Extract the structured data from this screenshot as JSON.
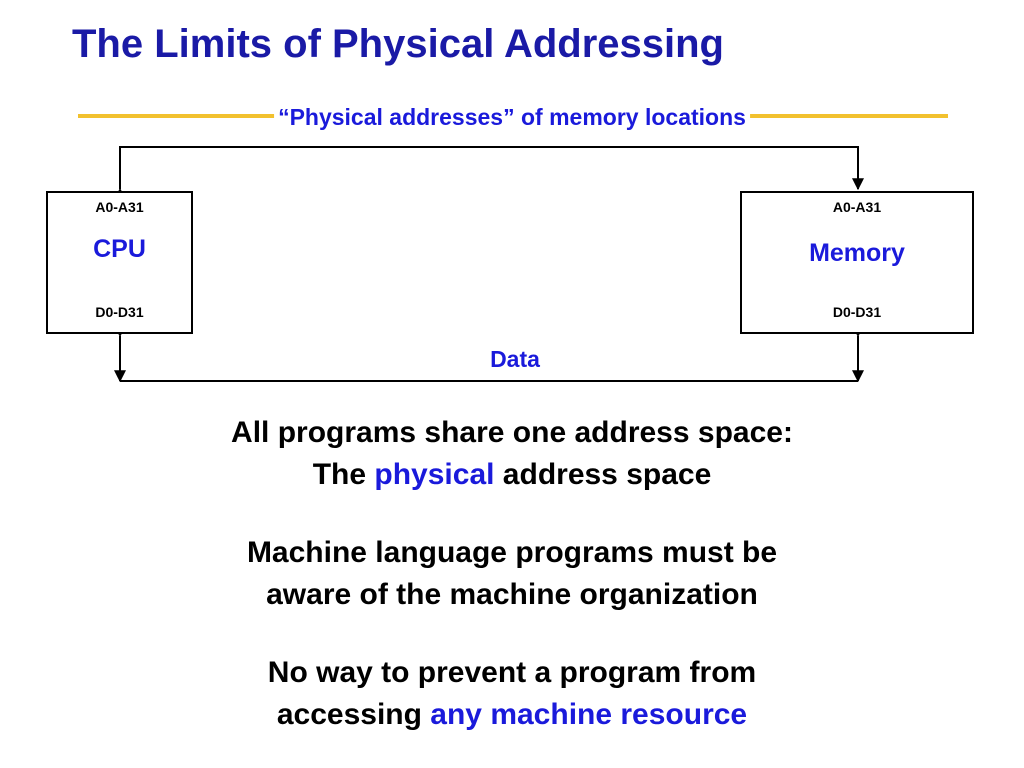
{
  "title": "The Limits of Physical Addressing",
  "diagram": {
    "address_bus_label": "“Physical addresses” of memory locations",
    "data_bus_label": "Data",
    "cpu": {
      "name": "CPU",
      "address_pins": "A0-A31",
      "data_pins": "D0-D31"
    },
    "memory": {
      "name": "Memory",
      "address_pins": "A0-A31",
      "data_pins": "D0-D31"
    }
  },
  "points": [
    {
      "line1": "All programs share one address space:",
      "line2_before": "The ",
      "line2_highlight": "physical",
      "line2_after": " address space"
    },
    {
      "line1": "Machine language programs must be",
      "line2": "aware of the machine organization"
    },
    {
      "line1": "No way to prevent a program from",
      "line2_before": "accessing ",
      "line2_highlight": "any machine resource"
    }
  ],
  "colors": {
    "accent_blue": "#1a1adb",
    "title_blue": "#1a1aa6",
    "rule_gold": "#f2c12e",
    "text": "#000000"
  }
}
